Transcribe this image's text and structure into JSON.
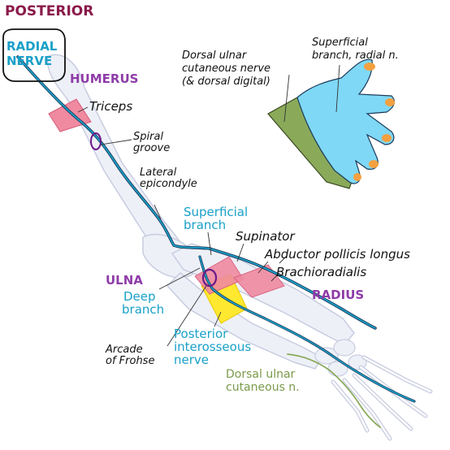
{
  "title": "POSTERIOR",
  "labels": {
    "radial_nerve": [
      "RADIAL",
      "NERVE"
    ],
    "humerus": "HUMERUS",
    "ulna": "ULNA",
    "radius": "RADIUS",
    "triceps": "Triceps",
    "spiral_groove": [
      "Spiral",
      "groove"
    ],
    "lateral_epicondyle": [
      "Lateral",
      "epicondyle"
    ],
    "superficial_branch": [
      "Superficial",
      "branch"
    ],
    "supinator": "Supinator",
    "abductor_pollicis_longus": "Abductor pollicis longus",
    "brachioradialis": "Brachioradialis",
    "deep_branch": [
      "Deep",
      "branch"
    ],
    "posterior_interosseous_nerve": [
      "Posterior",
      "interosseous",
      "nerve"
    ],
    "arcade_of_frohse": [
      "Arcade",
      "of Frohse"
    ],
    "dorsal_ulnar_cutaneous_n": [
      "Dorsal ulnar",
      "cutaneous n."
    ],
    "dorsal_ulnar_cutaneous_nerve_hand": [
      "Dorsal ulnar",
      "cutaneous nerve",
      "(& dorsal digital)"
    ],
    "superficial_branch_radial_n": [
      "Superficial",
      "branch, radial n."
    ]
  },
  "colors": {
    "title": "#8a1a4a",
    "region": "#8e3ca8",
    "nerve": "#1aa0c8",
    "bone": "#eef0f8",
    "bone_outline": "#c8cce0",
    "muscle": "#f08aa0",
    "supinator": "#ffe830",
    "hand_radial": "#7fd8f5",
    "hand_ulnar": "#8aaa5a",
    "nail": "#f5a040"
  }
}
